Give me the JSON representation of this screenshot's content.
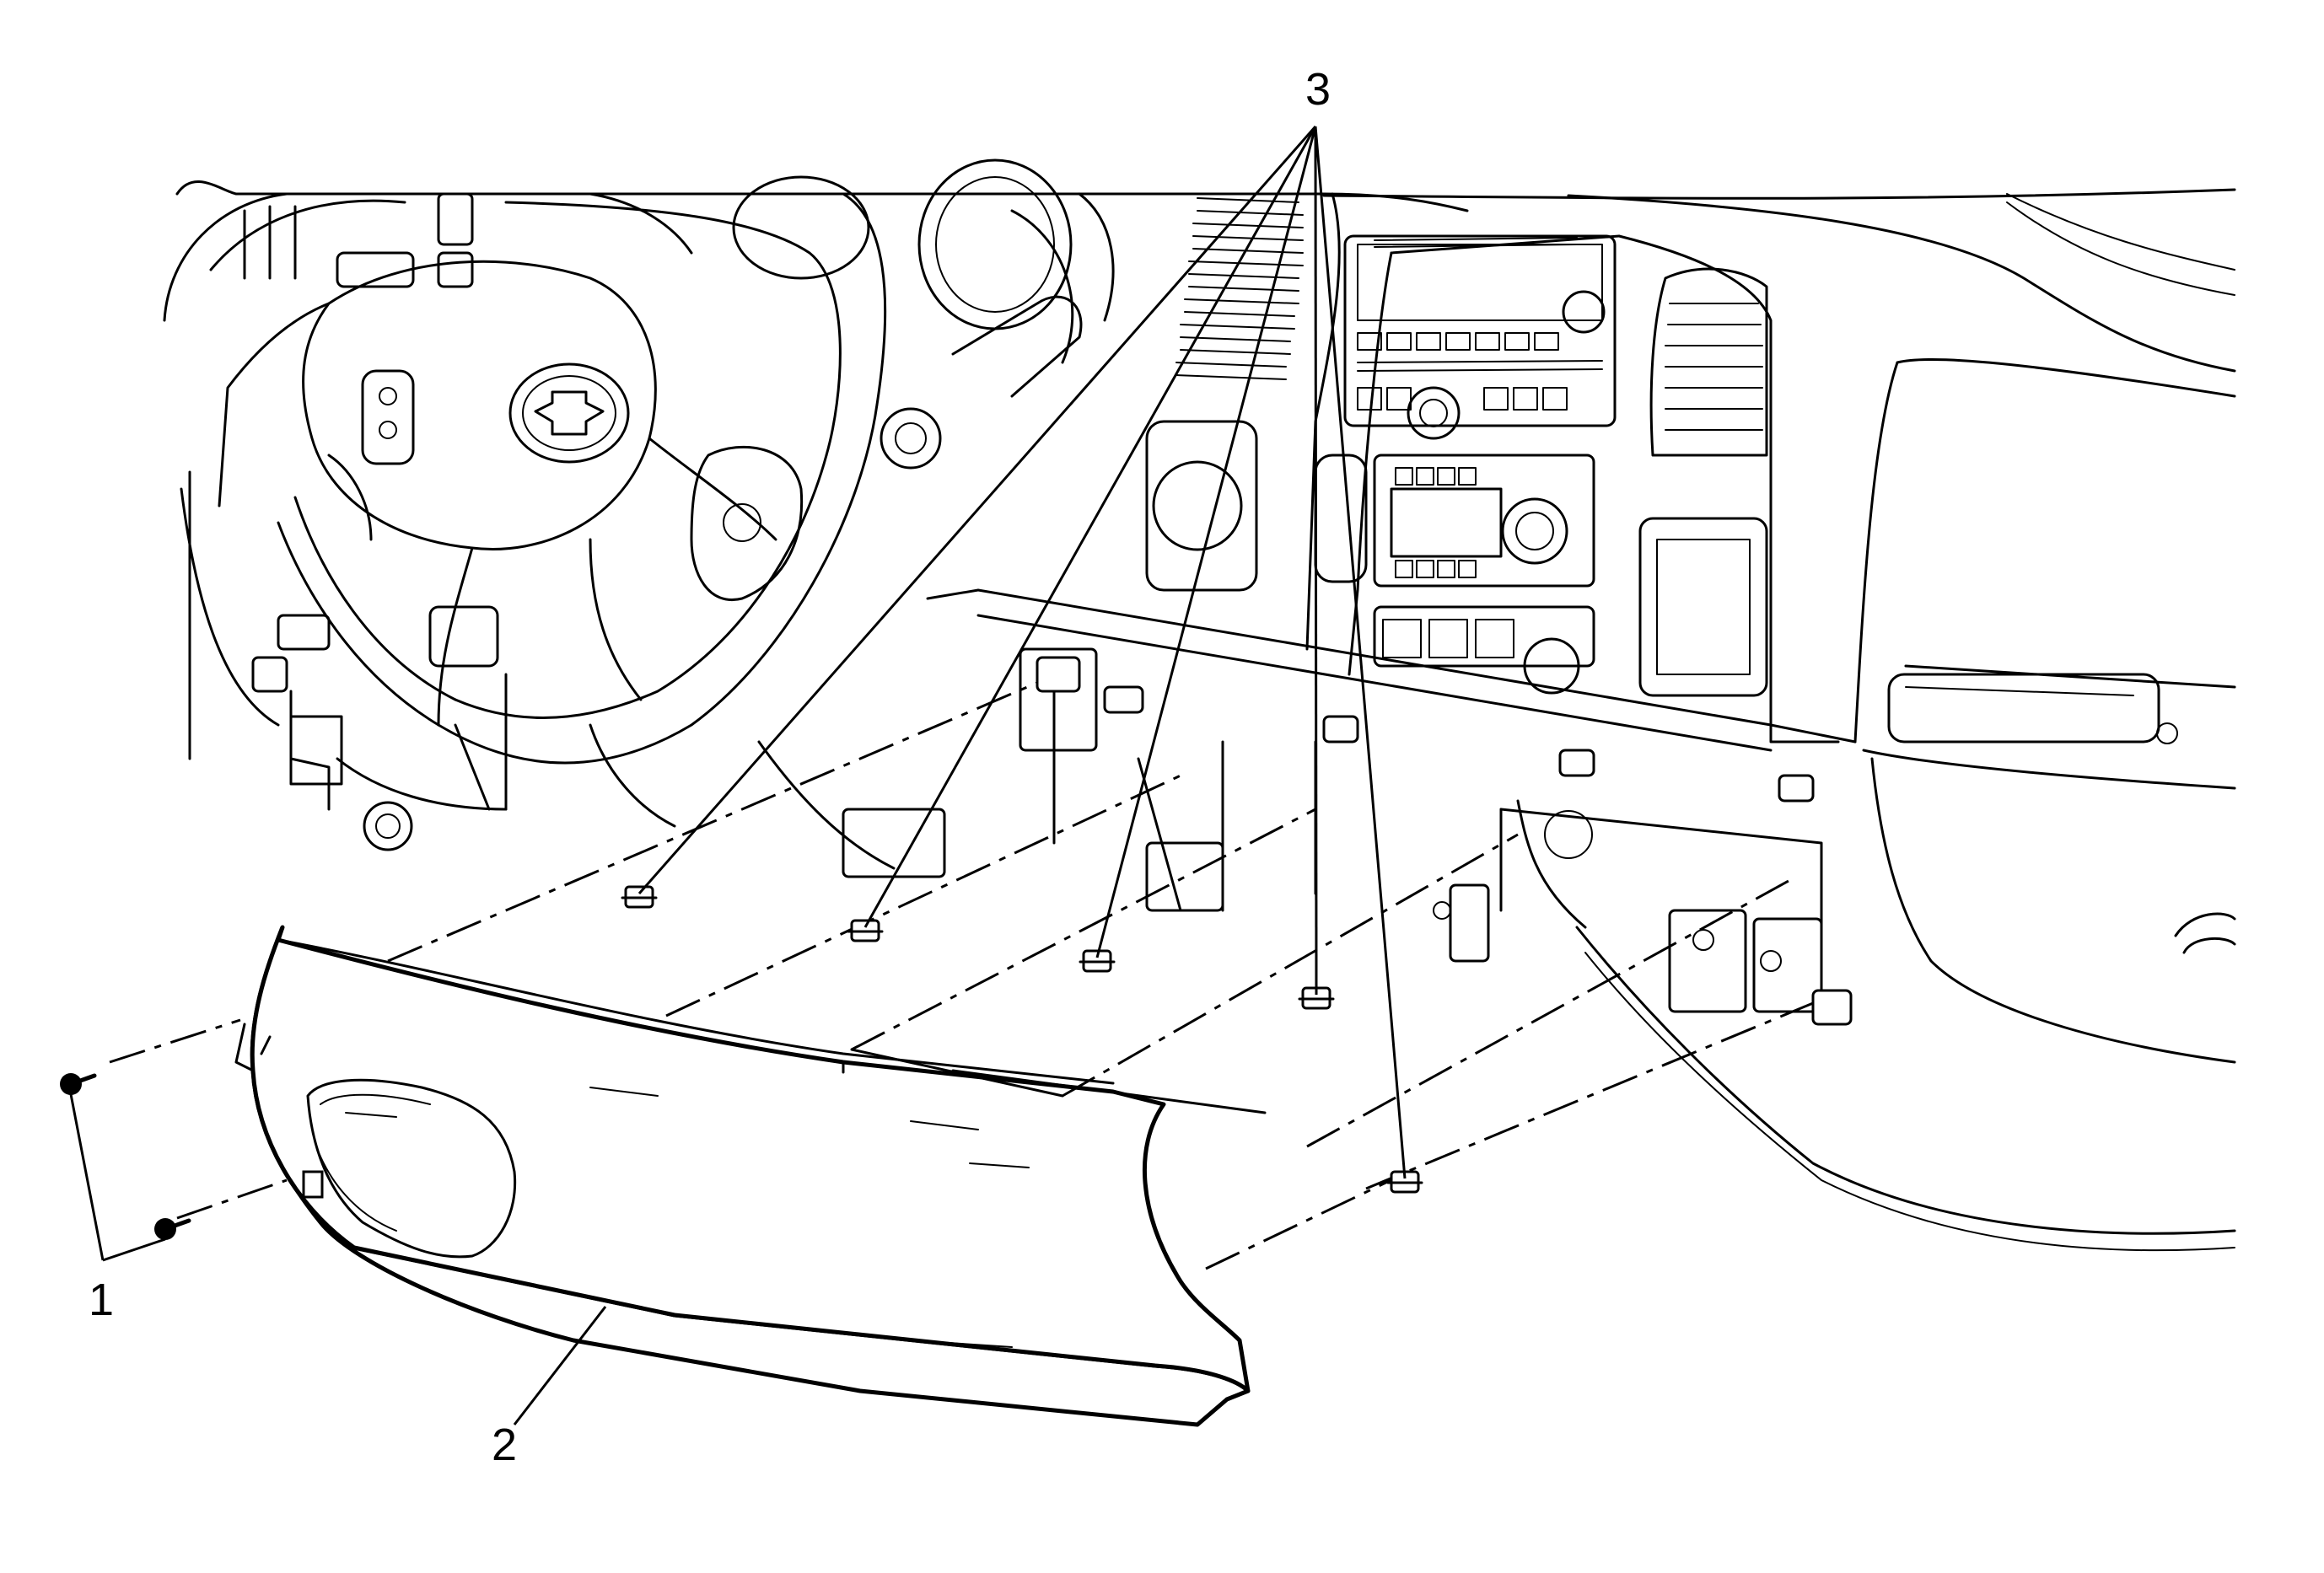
{
  "callouts": [
    {
      "id": "1",
      "label": "1",
      "meaning": "bolts"
    },
    {
      "id": "2",
      "label": "2",
      "meaning": "knee-bolster-panel"
    },
    {
      "id": "3",
      "label": "3",
      "meaning": "retaining-clips"
    }
  ]
}
